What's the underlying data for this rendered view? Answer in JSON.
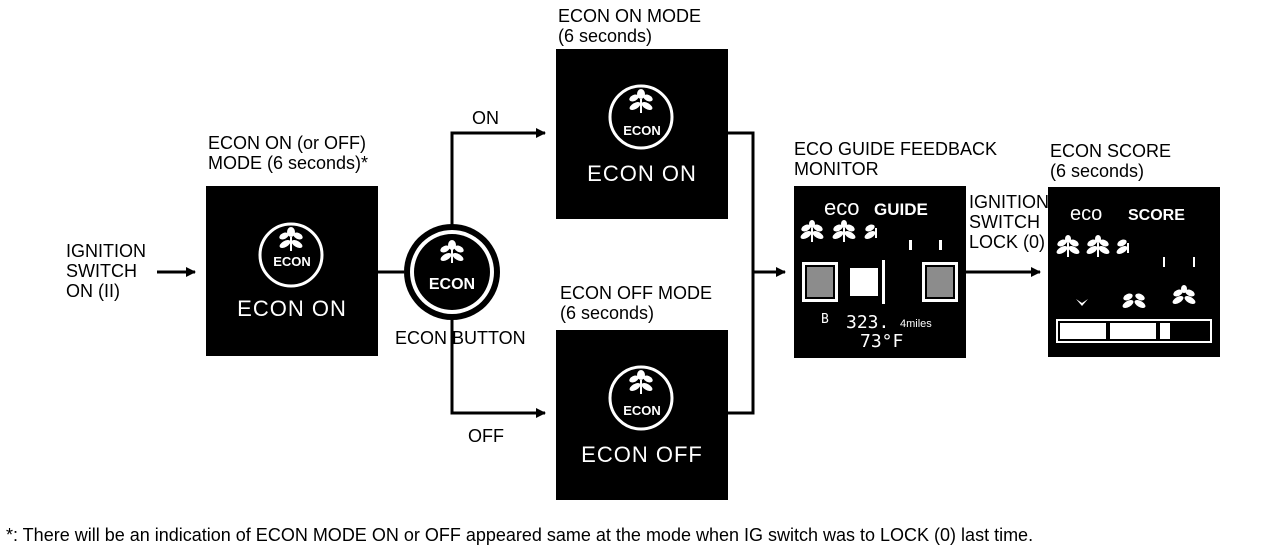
{
  "labels": {
    "ignition_on": [
      "IGNITION",
      "SWITCH",
      "ON (II)"
    ],
    "econ_mode_first": [
      "ECON ON (or OFF)",
      "MODE (6 seconds)*"
    ],
    "econ_on_mode": [
      "ECON ON MODE",
      "(6 seconds)"
    ],
    "econ_off_mode": [
      "ECON OFF MODE",
      "(6 seconds)"
    ],
    "on": "ON",
    "off": "OFF",
    "econ_button": "ECON BUTTON",
    "eco_guide_title": [
      "ECO GUIDE FEEDBACK",
      "MONITOR"
    ],
    "ignition_lock": [
      "IGNITION",
      "SWITCH",
      "LOCK (0)"
    ],
    "econ_score": [
      "ECON SCORE",
      "(6 seconds)"
    ]
  },
  "panels": {
    "econ_badge": "ECON",
    "first_text": "ECON ON",
    "on_text": "ECON ON",
    "off_text": "ECON OFF"
  },
  "eco_guide_display": {
    "eco": "eco",
    "guide": "GUIDE",
    "b": "B",
    "distance": "323.",
    "distance_unit": "4miles",
    "temp": "73°F"
  },
  "score_display": {
    "eco": "eco",
    "score": "SCORE"
  },
  "footnote": "*: There will be an indication of ECON MODE ON or OFF appeared same at the mode when IG switch was to LOCK (0) last time."
}
